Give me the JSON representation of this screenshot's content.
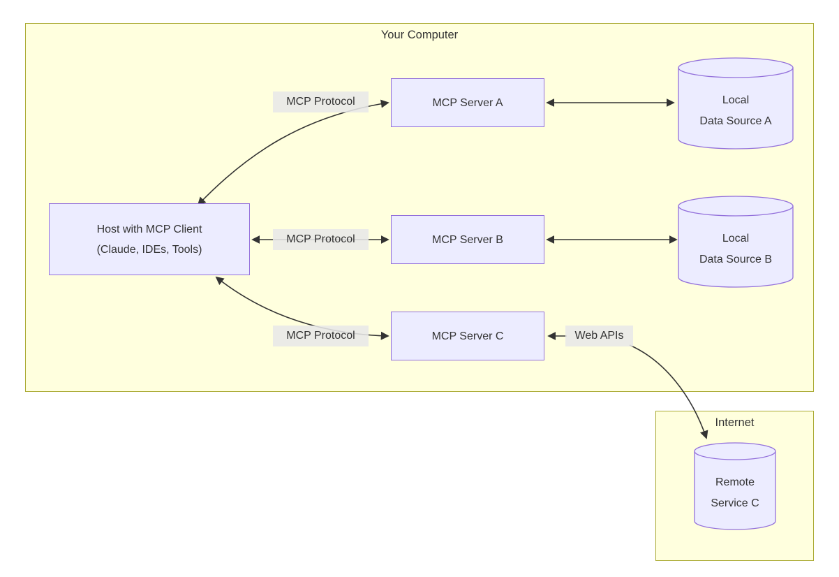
{
  "clusters": {
    "computer": {
      "title": "Your Computer"
    },
    "internet": {
      "title": "Internet"
    }
  },
  "nodes": {
    "host": {
      "line1": "Host with MCP Client",
      "line2": "(Claude, IDEs, Tools)"
    },
    "server_a": {
      "label": "MCP Server A"
    },
    "server_b": {
      "label": "MCP Server B"
    },
    "server_c": {
      "label": "MCP Server C"
    }
  },
  "cylinders": {
    "data_a": {
      "line1": "Local",
      "line2": "Data Source A"
    },
    "data_b": {
      "line1": "Local",
      "line2": "Data Source B"
    },
    "remote_c": {
      "line1": "Remote",
      "line2": "Service C"
    }
  },
  "edge_labels": {
    "mcp_a": "MCP Protocol",
    "mcp_b": "MCP Protocol",
    "mcp_c": "MCP Protocol",
    "web_apis": "Web APIs"
  },
  "colors": {
    "cluster_fill": "#ffffde",
    "cluster_border": "#aaaa33",
    "node_fill": "#ececff",
    "node_border": "#9370db",
    "edge": "#333333",
    "edge_label_bg": "#e8e8e8",
    "text": "#333333"
  }
}
